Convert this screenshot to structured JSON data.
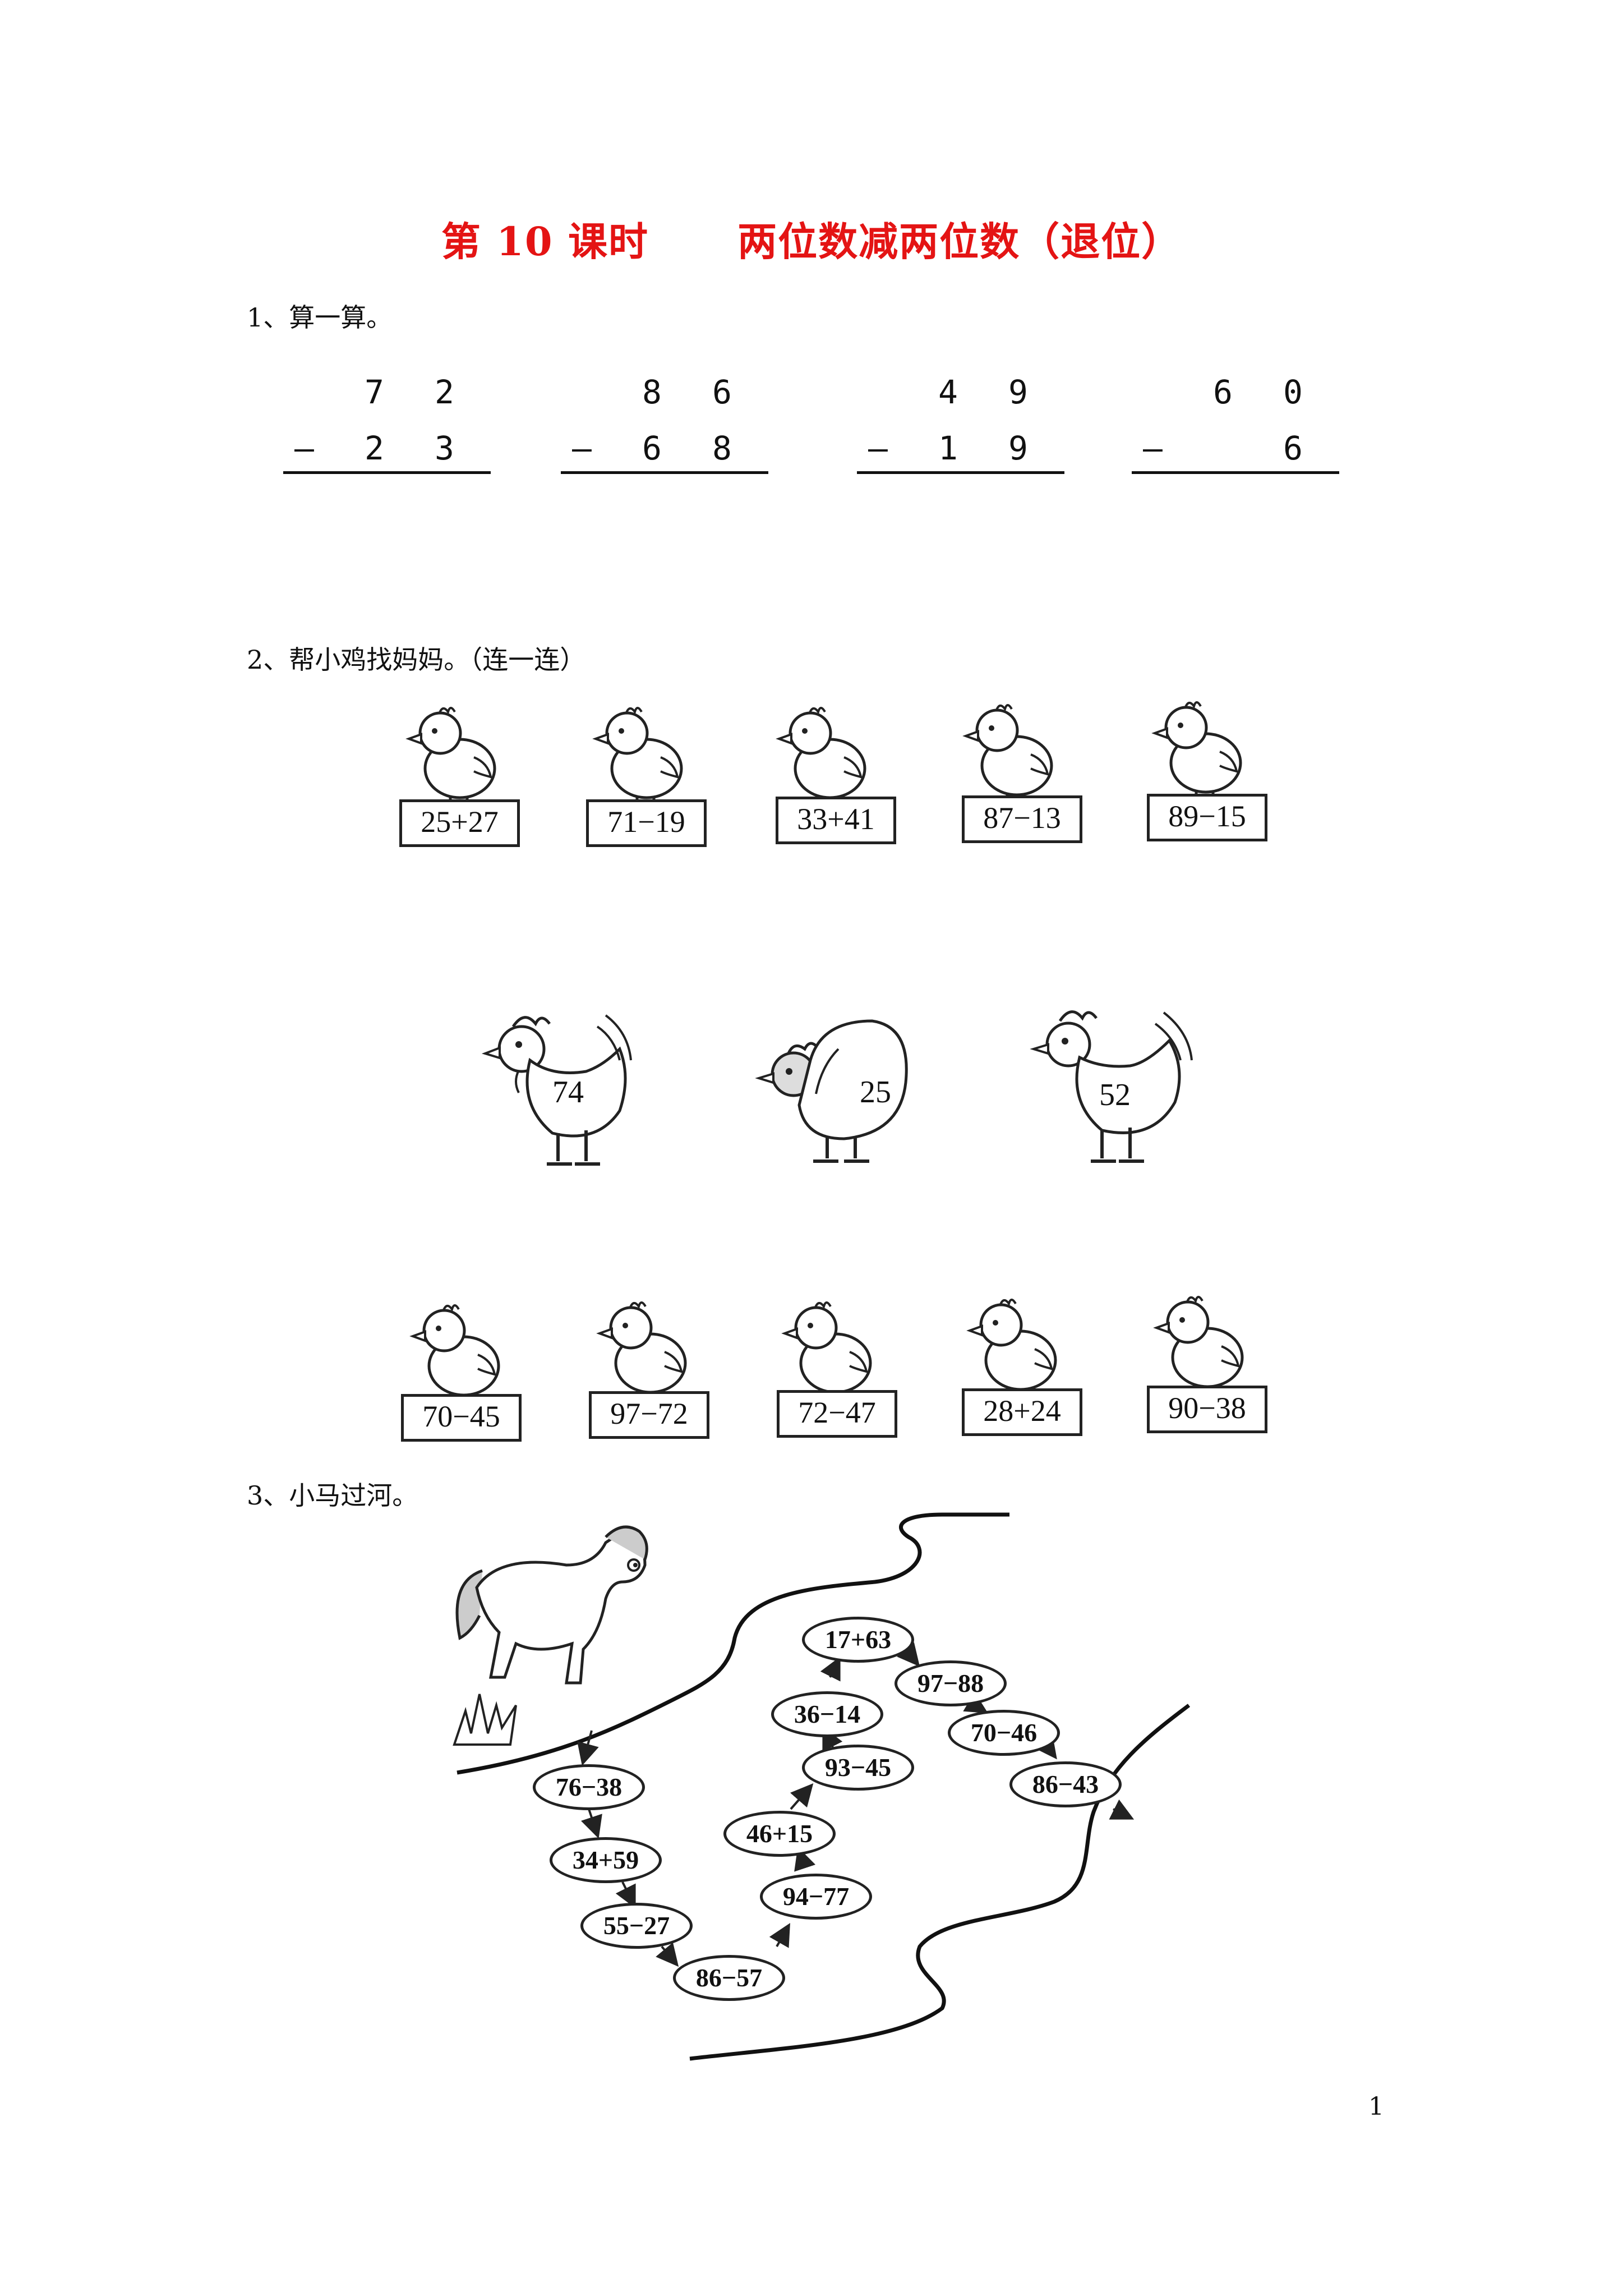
{
  "title": "第 10 课时      两位数减两位数（退位）",
  "colors": {
    "title": "#e41414",
    "ink": "#111111"
  },
  "q1": {
    "label": "1、算一算。",
    "problems": [
      {
        "top": [
          "7",
          "2"
        ],
        "minus": "—",
        "bottom": [
          "2",
          "3"
        ]
      },
      {
        "top": [
          "8",
          "6"
        ],
        "minus": "—",
        "bottom": [
          "6",
          "8"
        ]
      },
      {
        "top": [
          "4",
          "9"
        ],
        "minus": "—",
        "bottom": [
          "1",
          "9"
        ]
      },
      {
        "top": [
          "6",
          "0"
        ],
        "minus": "—",
        "bottom": [
          "",
          "6"
        ]
      }
    ]
  },
  "q2": {
    "label": "2、帮小鸡找妈妈。（连一连）",
    "top_chicks": [
      "25+27",
      "71−19",
      "33+41",
      "87−13",
      "89−15"
    ],
    "hens": [
      "74",
      "25",
      "52"
    ],
    "bottom_chicks": [
      "70−45",
      "97−72",
      "72−47",
      "28+24",
      "90−38"
    ],
    "icons": {
      "chick": "chick-icon",
      "hen": "hen-icon"
    }
  },
  "q3": {
    "label": "3、小马过河。",
    "stones": [
      "76−38",
      "34+59",
      "55−27",
      "86−57",
      "94−77",
      "46+15",
      "93−45",
      "36−14",
      "17+63",
      "97−88",
      "70−46",
      "86−43"
    ],
    "icons": {
      "horse": "horse-icon",
      "grass": "grass-icon"
    }
  },
  "page_number": "1"
}
